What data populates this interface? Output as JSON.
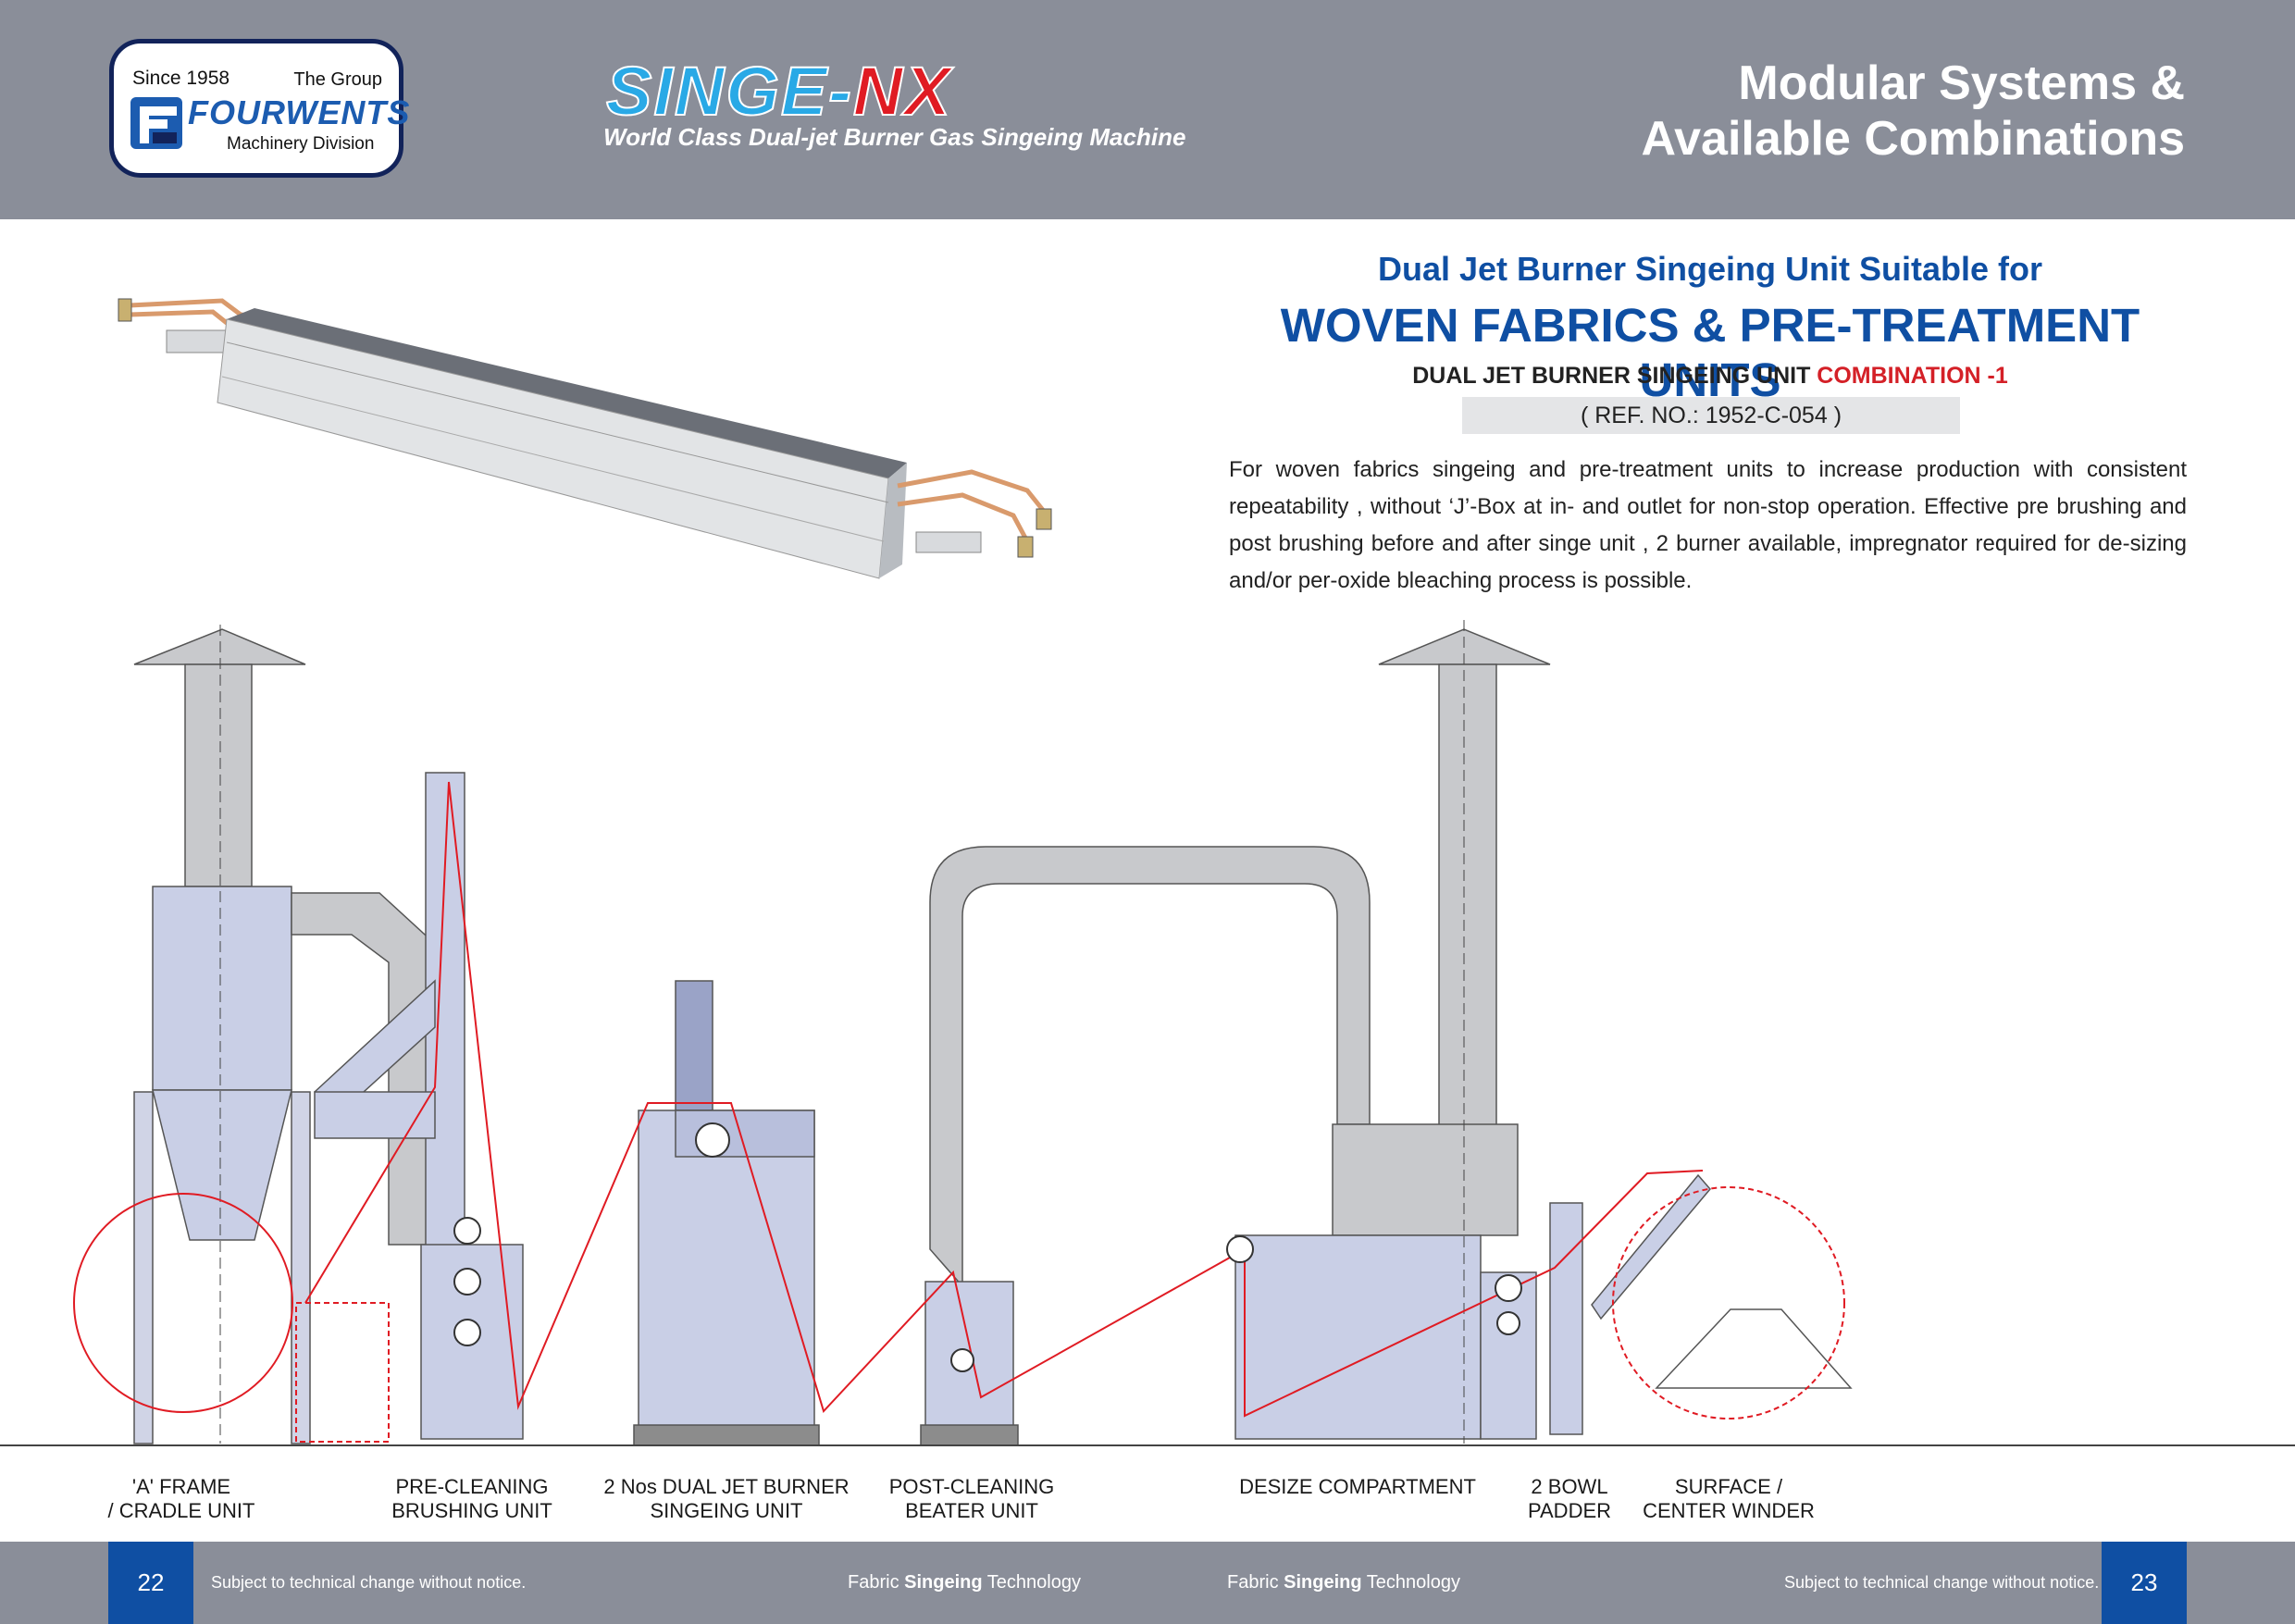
{
  "header": {
    "logo": {
      "since": "Since 1958",
      "group": "The Group",
      "name": "FOURWENTS",
      "division": "Machinery Division"
    },
    "brand": {
      "singe": "SINGE-",
      "nx": "NX",
      "subtitle": "World Class Dual-jet Burner Gas Singeing Machine"
    },
    "title_line1": "Modular Systems &",
    "title_line2": "Available Combinations"
  },
  "content": {
    "subtitle": "Dual Jet Burner Singeing Unit Suitable for",
    "title": "WOVEN FABRICS & PRE-TREATMENT UNITS",
    "combination_prefix": "DUAL JET BURNER SINGEING UNIT ",
    "combination_suffix": "COMBINATION -1",
    "ref": "( REF. NO.: 1952-C-054 )",
    "description": "For woven fabrics singeing and pre-treatment units  to increase production with consistent repeatability ,  without  ‘J’-Box at in- and outlet for non-stop operation. Effective pre brushing and post brushing before and after singe unit , 2  burner  available, impregnator  required for de-sizing and/or per-oxide bleaching process is possible."
  },
  "diagram_labels": [
    {
      "line1": "'A' FRAME",
      "line2": "/ CRADLE UNIT"
    },
    {
      "line1": "PRE-CLEANING",
      "line2": "BRUSHING UNIT"
    },
    {
      "line1": "2 Nos DUAL JET BURNER",
      "line2": "SINGEING UNIT"
    },
    {
      "line1": "POST-CLEANING",
      "line2": "BEATER UNIT"
    },
    {
      "line1": "DESIZE COMPARTMENT",
      "line2": ""
    },
    {
      "line1": "2 BOWL",
      "line2": "PADDER"
    },
    {
      "line1": "SURFACE /",
      "line2": "CENTER WINDER"
    }
  ],
  "footer": {
    "left_page": "22",
    "right_page": "23",
    "note": "Subject to technical change without notice.",
    "tech_prefix": "Fabric ",
    "tech_bold": "Singeing",
    "tech_suffix": " Technology"
  },
  "colors": {
    "header_gray": "#8a8e99",
    "brand_blue": "#0f4fa3",
    "accent_red": "#d42027",
    "machine_fill": "#c9cfe6"
  }
}
